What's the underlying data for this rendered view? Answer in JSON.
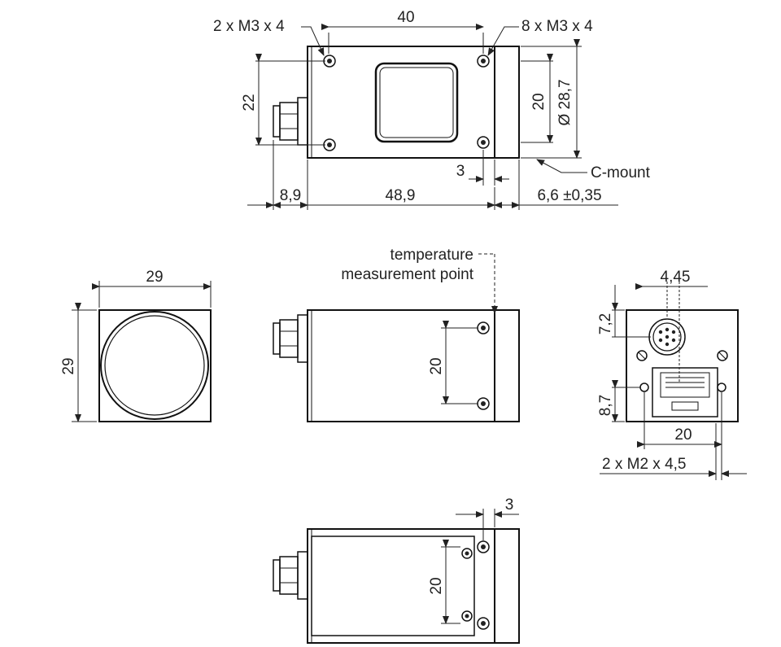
{
  "top_view": {
    "callout_left": "2 x M3 x 4",
    "callout_right": "8 x M3 x 4",
    "dim_width": "40",
    "dim_height_left": "22",
    "dim_height_right": "20",
    "dim_diameter": "Ø 28,7",
    "callout_cmount": "C-mount",
    "dim_3": "3",
    "dim_8_9": "8,9",
    "dim_48_9": "48,9",
    "dim_6_6": "6,6 ±0,35"
  },
  "front_view": {
    "dim_width": "29",
    "dim_height": "29"
  },
  "side_view": {
    "temp_label_line1": "temperature",
    "temp_label_line2": "measurement point",
    "dim_20": "20"
  },
  "back_view": {
    "dim_4_45": "4,45",
    "dim_7_2": "7,2",
    "dim_8_7": "8,7",
    "dim_20": "20",
    "callout_m2": "2 x M2 x 4,5"
  },
  "bottom_view": {
    "dim_3": "3",
    "dim_20": "20"
  }
}
